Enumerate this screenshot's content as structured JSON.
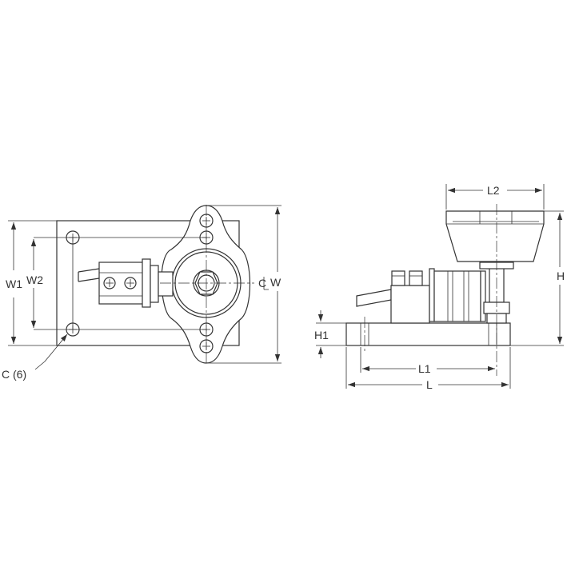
{
  "labels": {
    "W": "W",
    "W1": "W1",
    "W2": "W2",
    "C6": "C (6)",
    "CL": "C",
    "H": "H",
    "H1": "H1",
    "L": "L",
    "L1": "L1",
    "L2": "L2"
  }
}
